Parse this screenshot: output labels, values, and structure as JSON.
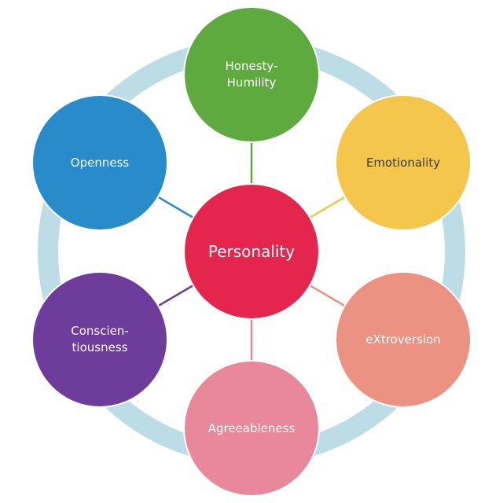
{
  "diagram": {
    "title": "Personality",
    "center": {
      "label": "Personality",
      "color": "#E4254E"
    },
    "ring_color": "#BCDDE6",
    "nodes": [
      {
        "id": "honesty-humility",
        "label": "Honesty-\nHumility",
        "color": "#5FAA3F",
        "line_color": "#5FAA3F",
        "text_color": "#FFFFFF"
      },
      {
        "id": "emotionality",
        "label": "Emotionality",
        "color": "#F4C64B",
        "line_color": "#F4C64B",
        "text_color": "#3A3A3A"
      },
      {
        "id": "extroversion",
        "label": "eXtroversion",
        "color": "#EB9282",
        "line_color": "#EB9282",
        "text_color": "#FFFFFF"
      },
      {
        "id": "agreeableness",
        "label": "Agreeableness",
        "color": "#E9879B",
        "line_color": "#E9879B",
        "text_color": "#FFFFFF"
      },
      {
        "id": "conscientiousness",
        "label": "Conscien-\ntiousness",
        "color": "#6E3D9C",
        "line_color": "#6E3D9C",
        "text_color": "#FFFFFF"
      },
      {
        "id": "openness",
        "label": "Openness",
        "color": "#2A8BCB",
        "line_color": "#2A8BCB",
        "text_color": "#FFFFFF"
      }
    ]
  }
}
